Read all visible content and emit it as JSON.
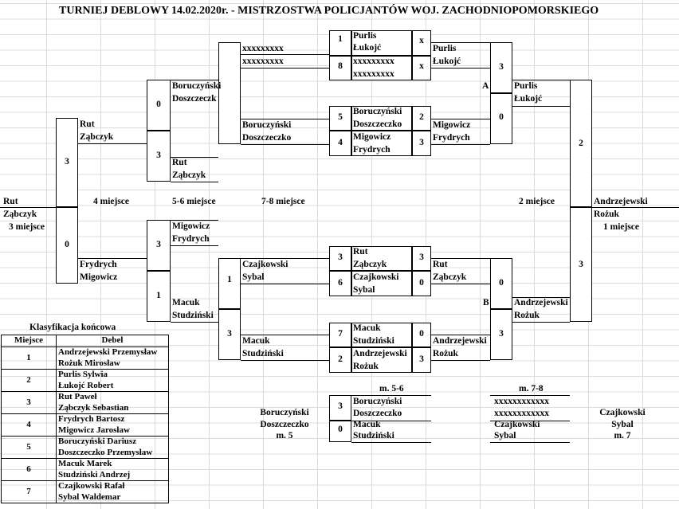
{
  "title": "TURNIEJ DEBLOWY 14.02.2020r.  - MISTRZOSTWA POLICJANTÓW WOJ. ZACHODNIOPOMORSKIEGO",
  "labels": {
    "place4": "4 miejsce",
    "place56": "5-6 miejsce",
    "place78": "7-8 miejsce",
    "place2": "2 miejsce",
    "place1": "1 miejsce",
    "place3": "3 miejsce",
    "m56": "m. 5-6",
    "m78": "m. 7-8",
    "m5": "m. 5",
    "m7": "m. 7",
    "A": "A",
    "B": "B"
  },
  "names": {
    "rut": "Rut",
    "zabczyk": "Ząbczyk",
    "frydrych": "Frydrych",
    "migowicz": "Migowicz",
    "boruczynski": "Boruczyński",
    "doszczeczko": "Doszczeczko",
    "doszczeczk": "Doszczeczk",
    "macuk": "Macuk",
    "studzinski": "Studziński",
    "czajkowski": "Czajkowski",
    "sybal": "Sybal",
    "purlis": "Purlis",
    "lukojc": "Łukojć",
    "andrzejewski": "Andrzejewski",
    "rozuk": "Rożuk",
    "x9": "xxxxxxxxx",
    "x10": "xxxxxxxxxx",
    "x11": "xxxxxxxxxxx",
    "x12": "xxxxxxxxxxxx",
    "x": "x"
  },
  "scores": {
    "s3_upper": "3",
    "s0_upper": "0",
    "s0_mid": "0",
    "s3_mid": "3",
    "s3_mig": "3",
    "s1_mac": "1",
    "s1_cz": "1",
    "s3_mac2": "3",
    "s1_pur": "1",
    "s8": "8",
    "s5": "5",
    "s4": "4",
    "s3_rz": "3",
    "s6": "6",
    "s7": "7",
    "s2_aroz": "2",
    "sx1": "x",
    "sx2": "x",
    "s2_bor": "2",
    "s3_mf": "3",
    "s3_rz2": "3",
    "s0_cz": "0",
    "s0_mac": "0",
    "s3_ar": "3",
    "s3_A": "3",
    "s0_A": "0",
    "s0_B": "0",
    "s3_B": "3",
    "s2_F": "2",
    "s3_F": "3",
    "s3_56": "3",
    "s0_56": "0"
  },
  "classification": {
    "title": "Klasyfikacja końcowa",
    "col_place": "Miejsce",
    "col_team": "Debel",
    "rows": [
      {
        "place": "1",
        "p1": "Andrzejewski Przemysław",
        "p2": "Rożuk Mirosław"
      },
      {
        "place": "2",
        "p1": "Purlis Sylwia",
        "p2": "Łukojć Robert"
      },
      {
        "place": "3",
        "p1": "Rut Paweł",
        "p2": "Ząbczyk Sebastian"
      },
      {
        "place": "4",
        "p1": "Frydrych Bartosz",
        "p2": "Migowicz Jarosław"
      },
      {
        "place": "5",
        "p1": "Boruczyński Dariusz",
        "p2": "Doszczeczko Przemysław"
      },
      {
        "place": "6",
        "p1": "Macuk Marek",
        "p2": "Studziński Andrzej"
      },
      {
        "place": "7",
        "p1": "Czajkowski Rafał",
        "p2": "Sybal Waldemar"
      }
    ]
  }
}
